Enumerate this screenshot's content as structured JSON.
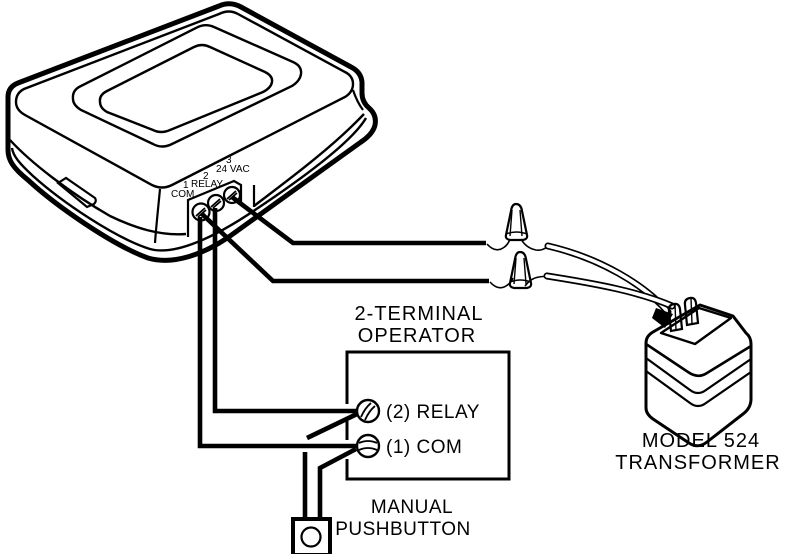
{
  "colors": {
    "line": "#000000",
    "background": "#ffffff"
  },
  "receiver": {
    "terminals": [
      {
        "number": "1",
        "label": "COM"
      },
      {
        "number": "2",
        "label": "RELAY"
      },
      {
        "number": "3",
        "label": "24 VAC"
      }
    ]
  },
  "operator_box": {
    "title_line1": "2-TERMINAL",
    "title_line2": "OPERATOR",
    "terminal_relay": "(2) RELAY",
    "terminal_com": "(1) COM"
  },
  "pushbutton": {
    "label_line1": "MANUAL",
    "label_line2": "PUSHBUTTON"
  },
  "transformer": {
    "label_line1": "MODEL 524",
    "label_line2": "TRANSFORMER"
  }
}
